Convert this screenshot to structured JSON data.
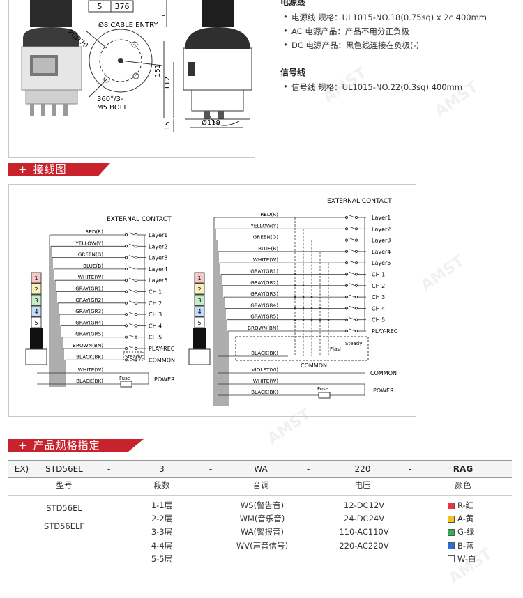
{
  "drawing": {
    "table_cell_a": "5",
    "table_cell_b": "376",
    "pcd_label": "PCD",
    "pcd_value": "70",
    "cable_entry": "Ø8 CABLE ENTRY",
    "bolt_line1": "360°/3-",
    "bolt_line2": "M5 BOLT",
    "dim_151": "151",
    "dim_112": "112",
    "dim_15": "15",
    "dim_119": "Ø119",
    "dim_L": "L"
  },
  "specs": {
    "power_title": "电源线",
    "power_items": [
      "电源线 规格：UL1015-NO.18(0.75sq) x 2c 400mm",
      "AC 电源产品：产品不用分正负极",
      "DC 电源产品：黑色线连接在负极(-)"
    ],
    "signal_title": "信号线",
    "signal_items": [
      "信号线 规格：UL1015-NO.22(0.3sq) 400mm"
    ]
  },
  "sections": {
    "wiring": "接线图",
    "spec": "产品规格指定"
  },
  "wiring_left": {
    "title": "EXTERNAL CONTACT",
    "wires": [
      "RED(R)",
      "YELLOW(Y)",
      "GREEN(G)",
      "BLUE(B)",
      "WHITE(W)",
      "GRAY(GR1)",
      "GRAY(GR2)",
      "GRAY(GR3)",
      "GRAY(GR4)",
      "GRAY(GR5)",
      "BROWN(BN)",
      "BLACK(BK)"
    ],
    "outputs": [
      "Layer1",
      "Layer2",
      "Layer3",
      "Layer4",
      "Layer5",
      "CH 1",
      "CH 2",
      "CH 3",
      "CH 4",
      "CH 5",
      "PLAY-REC",
      "COMMON"
    ],
    "steady": "Steady",
    "power_wires": [
      "WHITE(W)",
      "BLACK(BK)"
    ],
    "fuse": "Fuse",
    "power": "POWER",
    "tower_layers": [
      "1",
      "2",
      "3",
      "4",
      "5"
    ]
  },
  "wiring_right": {
    "title": "EXTERNAL CONTACT",
    "wires": [
      "RED(R)",
      "YELLOW(Y)",
      "GREEN(G)",
      "BLUE(B)",
      "WHITE(W)",
      "GRAY(GR1)",
      "GRAY(GR2)",
      "GRAY(GR3)",
      "GRAY(GR4)",
      "GRAY(GR5)",
      "BROWN(BN)"
    ],
    "outputs": [
      "Layer1",
      "Layer2",
      "Layer3",
      "Layer4",
      "Layer5",
      "CH 1",
      "CH 2",
      "CH 3",
      "CH 4",
      "CH 5",
      "PLAY-REC"
    ],
    "black": "BLACK(BK)",
    "violet": "VIOLET(VI)",
    "white": "WHITE(W)",
    "black2": "BLACK(BK)",
    "flash": "Flash",
    "steady": "Steady",
    "common_inner": "COMMON",
    "common_out": "COMMON",
    "fuse": "Fuse",
    "power": "POWER",
    "tower_layers": [
      "1",
      "2",
      "3",
      "4",
      "5"
    ]
  },
  "example": {
    "prefix": "EX)",
    "model": "STD56EL",
    "layers": "3",
    "tone": "WA",
    "voltage": "220",
    "color": "RAG",
    "dash": "-"
  },
  "headers": [
    "型号",
    "段数",
    "音调",
    "电压",
    "颜色"
  ],
  "models": [
    "STD56EL",
    "STD56ELF"
  ],
  "layer_options": [
    "1-1层",
    "2-2层",
    "3-3层",
    "4-4层",
    "5-5层"
  ],
  "tone_options": [
    "WS(警告音)",
    "WM(音乐音)",
    "WA(警报音)",
    "WV(声音信号)"
  ],
  "voltage_options": [
    "12-DC12V",
    "24-DC24V",
    "110-AC110V",
    "220-AC220V"
  ],
  "color_options": [
    {
      "label": "R-红",
      "color": "#e8353b"
    },
    {
      "label": "A-黄",
      "color": "#f3c21d"
    },
    {
      "label": "G-绿",
      "color": "#2db34a"
    },
    {
      "label": "B-蓝",
      "color": "#2b6fd6"
    },
    {
      "label": "W-白",
      "color": "#ffffff"
    }
  ],
  "layer_colors": [
    "#f6c7c4",
    "#f9efb8",
    "#c7ebc7",
    "#c4dcf6",
    "#ffffff"
  ]
}
